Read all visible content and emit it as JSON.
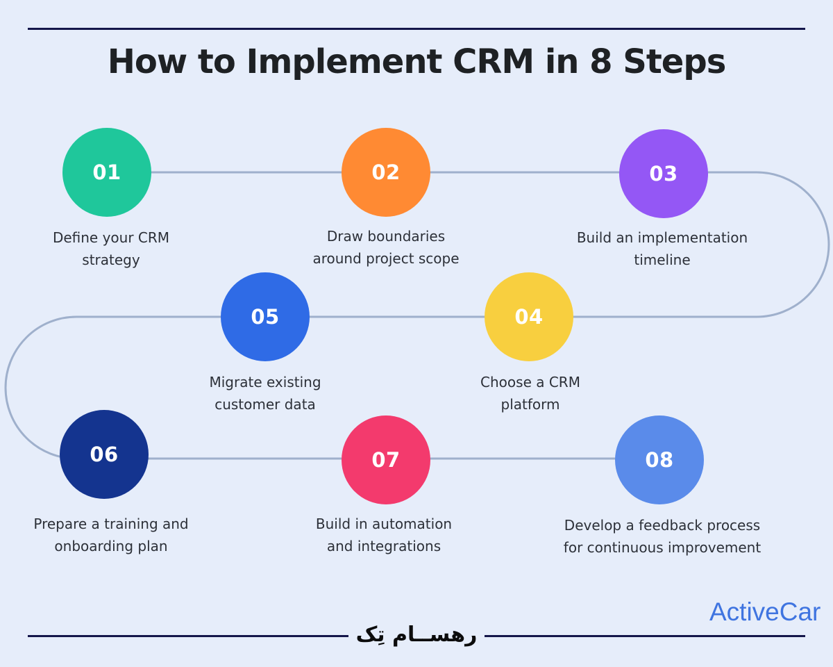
{
  "title": "How to Implement CRM in 8 Steps",
  "brand": "ActiveCar",
  "watermark": "رهســام تِک",
  "colors": {
    "background": "#e6edfa",
    "rule": "#14164a",
    "path": "#9fb0cc",
    "step_01": "#1fc79b",
    "step_02": "#ff8a33",
    "step_03": "#9457f5",
    "step_04": "#f8cf3f",
    "step_05": "#2f6be6",
    "step_06": "#14348f",
    "step_07": "#f33a6d",
    "step_08": "#5a8bea",
    "brand": "#3f74e0"
  },
  "steps": [
    {
      "number": "01",
      "label_lines": [
        "Define your CRM",
        "strategy"
      ]
    },
    {
      "number": "02",
      "label_lines": [
        "Draw boundaries",
        "around project scope"
      ]
    },
    {
      "number": "03",
      "label_lines": [
        "Build an implementation",
        "timeline"
      ]
    },
    {
      "number": "04",
      "label_lines": [
        "Choose a CRM",
        "platform"
      ]
    },
    {
      "number": "05",
      "label_lines": [
        "Migrate existing",
        "customer data"
      ]
    },
    {
      "number": "06",
      "label_lines": [
        "Prepare a training and",
        "onboarding plan"
      ]
    },
    {
      "number": "07",
      "label_lines": [
        "Build in automation",
        "and integrations"
      ]
    },
    {
      "number": "08",
      "label_lines": [
        "Develop a feedback process",
        "for continuous improvement"
      ]
    }
  ]
}
